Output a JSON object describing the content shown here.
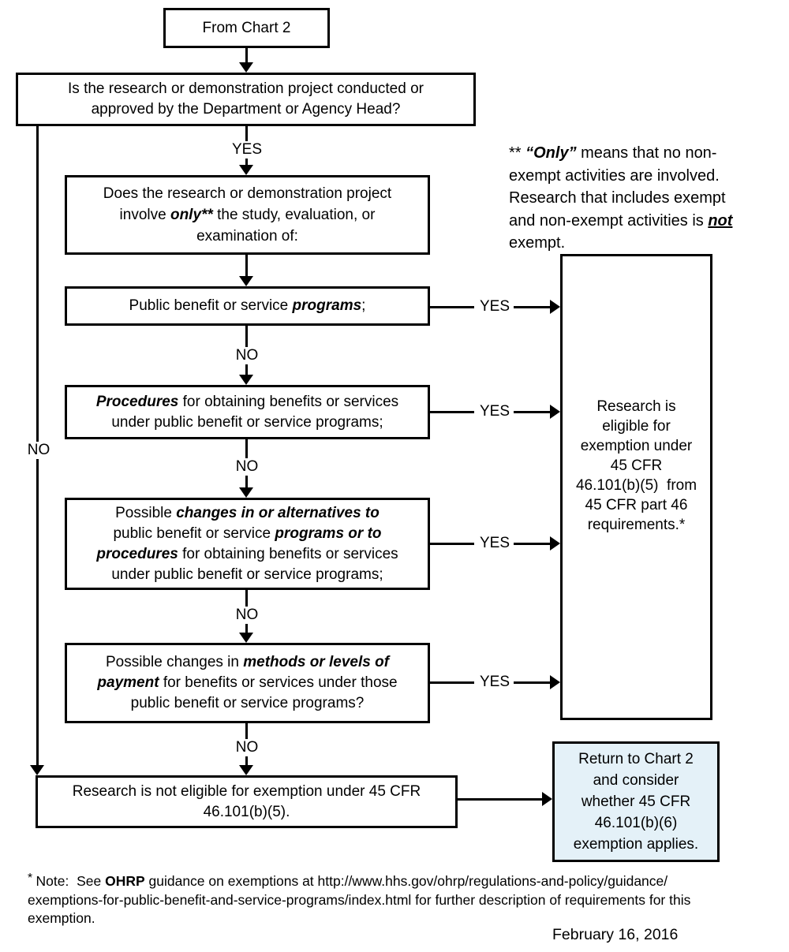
{
  "labels": {
    "yes": "YES",
    "no": "NO"
  },
  "boxes": {
    "from_chart2": {
      "text": "From Chart 2"
    },
    "q_dept_head": {
      "rich": [
        [
          {
            "t": "Is the research or demonstration project conducted or"
          }
        ],
        [
          {
            "t": "approved by the Department or Agency Head?"
          }
        ]
      ]
    },
    "q_involve_only": {
      "rich": [
        [
          {
            "t": "Does the research or demonstration project"
          }
        ],
        [
          {
            "t": "involve "
          },
          {
            "t": "only**",
            "s": "bi"
          },
          {
            "t": " the study, evaluation, or"
          }
        ],
        [
          {
            "t": "examination of:"
          }
        ]
      ]
    },
    "q_programs": {
      "rich": [
        [
          {
            "t": "Public benefit or service "
          },
          {
            "t": "programs",
            "s": "bi"
          },
          {
            "t": ";"
          }
        ]
      ]
    },
    "q_procedures": {
      "rich": [
        [
          {
            "t": "Procedures",
            "s": "bi"
          },
          {
            "t": " for obtaining benefits or services"
          }
        ],
        [
          {
            "t": "under public benefit or service programs;"
          }
        ]
      ]
    },
    "q_changes": {
      "rich": [
        [
          {
            "t": "Possible "
          },
          {
            "t": "changes in or alternatives to",
            "s": "bi"
          }
        ],
        [
          {
            "t": "public benefit or service "
          },
          {
            "t": "programs or to",
            "s": "bi"
          }
        ],
        [
          {
            "t": "procedures",
            "s": "bi"
          },
          {
            "t": " for obtaining benefits or services"
          }
        ],
        [
          {
            "t": "under public benefit or service programs;"
          }
        ]
      ]
    },
    "q_payment": {
      "rich": [
        [
          {
            "t": "Possible changes in "
          },
          {
            "t": "methods or levels of",
            "s": "bi"
          }
        ],
        [
          {
            "t": "payment",
            "s": "bi"
          },
          {
            "t": " for benefits or services under those"
          }
        ],
        [
          {
            "t": "public benefit or service programs?"
          }
        ]
      ]
    },
    "not_eligible": {
      "rich": [
        [
          {
            "t": "Research is not eligible for exemption under 45 CFR"
          }
        ],
        [
          {
            "t": "46.101(b)(5)."
          }
        ]
      ]
    },
    "eligible": {
      "rich": [
        [
          {
            "t": "Research is"
          }
        ],
        [
          {
            "t": "eligible for"
          }
        ],
        [
          {
            "t": "exemption under"
          }
        ],
        [
          {
            "t": "45 CFR"
          }
        ],
        [
          {
            "t": "46.101(b)(5)  from"
          }
        ],
        [
          {
            "t": "45 CFR part 46"
          }
        ],
        [
          {
            "t": "requirements.*"
          }
        ]
      ]
    },
    "return_chart2": {
      "rich": [
        [
          {
            "t": "Return to Chart 2"
          }
        ],
        [
          {
            "t": "and consider"
          }
        ],
        [
          {
            "t": "whether 45 CFR"
          }
        ],
        [
          {
            "t": "46.101(b)(6)"
          }
        ],
        [
          {
            "t": "exemption applies."
          }
        ]
      ]
    }
  },
  "notes": {
    "double_star": {
      "rich": [
        [
          {
            "t": "** "
          },
          {
            "t": "“Only”",
            "s": "bi"
          },
          {
            "t": " means that no non-"
          }
        ],
        [
          {
            "t": "exempt activities are involved."
          }
        ],
        [
          {
            "t": "Research that includes exempt"
          }
        ],
        [
          {
            "t": "and non-exempt activities is "
          },
          {
            "t": "not",
            "s": "biu"
          }
        ],
        [
          {
            "t": "exempt."
          }
        ]
      ]
    },
    "single_star": {
      "rich": [
        [
          {
            "t": "* ",
            "s": "sup"
          },
          {
            "t": "Note:  See "
          },
          {
            "t": "OHRP",
            "s": "b"
          },
          {
            "t": " guidance on exemptions at http://www.hhs.gov/ohrp/regulations-and-policy/guidance/"
          }
        ],
        [
          {
            "t": "exemptions-for-public-benefit-and-service-programs/index.html for further description of requirements for this"
          }
        ],
        [
          {
            "t": "exemption."
          }
        ]
      ]
    },
    "date": "February 16, 2016"
  },
  "colors": {
    "return_box_fill": "#e4f1f8",
    "line": "#000000"
  }
}
